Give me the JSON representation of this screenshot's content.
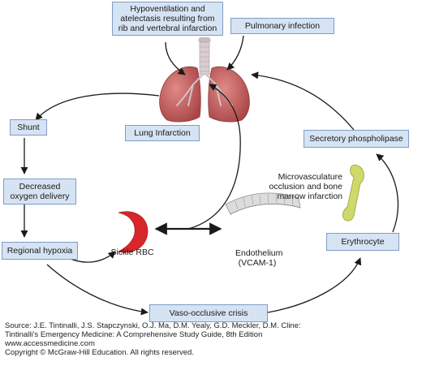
{
  "nodes": {
    "hypoventilation": "Hypoventilation and atelectasis resulting from rib and vertebral infarction",
    "pulmonary_infection": "Pulmonary infection",
    "shunt": "Shunt",
    "lung_infarction": "Lung Infarction",
    "secretory_phospholipase": "Secretory phospholipase",
    "decreased_oxygen": "Decreased oxygen delivery",
    "microvasculature": "Microvasculature occlusion and bone marrow infarction",
    "sickle_rbc": "Sickle RBC",
    "endothelium": "Endothelium (VCAM-1)",
    "erythrocyte": "Erythrocyte",
    "regional_hypoxia": "Regional hypoxia",
    "vaso_occlusive": "Vaso-occlusive crisis"
  },
  "source_lines": [
    "Source: J.E. Tintinalli, J.S. Stapczynski, O.J. Ma, D.M. Yealy, G.D. Meckler, D.M. Cline:",
    "Tintinalli’s Emergency Medicine: A Comprehensive Study Guide, 8th Edition",
    "www.accessmedicine.com",
    "Copyright © McGraw-Hill Education.  All rights reserved."
  ],
  "colors": {
    "box_fill": "#d6e3f3",
    "box_border": "#7f9cc4",
    "lung": "#b8585a",
    "sickle_cell": "#d8262b",
    "bone": "#cfd96a",
    "arrow": "#1a1a1a"
  }
}
